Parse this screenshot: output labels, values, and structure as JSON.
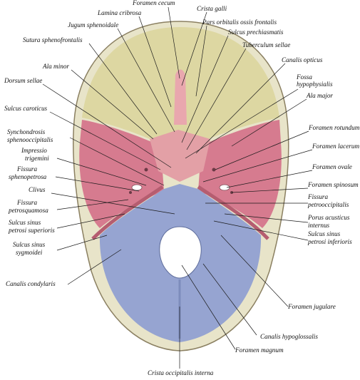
{
  "colors": {
    "frontal_fossa": "#ddd7a2",
    "middle_fossa": "#d67b8f",
    "sphenoid_center": "#e3a0a6",
    "posterior_fossa": "#96a4d1",
    "bone_rim": "#e8e4c9",
    "foramen_magnum": "#ffffff"
  },
  "labels": [
    {
      "id": "foramen-cecum",
      "text": "Foramen cecum"
    },
    {
      "id": "lamina-cribrosa",
      "text": "Lamina cribrosa"
    },
    {
      "id": "crista-galli",
      "text": "Crista galli"
    },
    {
      "id": "jugum-sphenoidale",
      "text": "Jugum sphenoidale"
    },
    {
      "id": "pars-orbitalis",
      "text": "Pars orbitalis ossis frontalis"
    },
    {
      "id": "sutura-sphenofrontalis",
      "text": "Sutura sphenofrontalis"
    },
    {
      "id": "sulcus-prechiasmatis",
      "text": "Sulcus prechiasmatis"
    },
    {
      "id": "tuberculum-sellae",
      "text": "Tuberculum sellae"
    },
    {
      "id": "canalis-opticus",
      "text": "Canalis opticus"
    },
    {
      "id": "ala-minor",
      "text": "Ala minor"
    },
    {
      "id": "fossa-hypophysialis-1",
      "text": "Fossa"
    },
    {
      "id": "fossa-hypophysialis-2",
      "text": "hypophysialis"
    },
    {
      "id": "dorsum-sellae",
      "text": "Dorsum sellae"
    },
    {
      "id": "ala-major",
      "text": "Ala major"
    },
    {
      "id": "sulcus-caroticus",
      "text": "Sulcus caroticus"
    },
    {
      "id": "foramen-rotundum",
      "text": "Foramen rotundum"
    },
    {
      "id": "synchondrosis-1",
      "text": "Synchondrosis"
    },
    {
      "id": "synchondrosis-2",
      "text": "sphenooccipitalis"
    },
    {
      "id": "foramen-lacerum",
      "text": "Foramen lacerum"
    },
    {
      "id": "impressio-1",
      "text": "Impressio"
    },
    {
      "id": "impressio-2",
      "text": "trigemini"
    },
    {
      "id": "foramen-ovale",
      "text": "Foramen ovale"
    },
    {
      "id": "fissura-sphenopetrosa-1",
      "text": "Fissura"
    },
    {
      "id": "fissura-sphenopetrosa-2",
      "text": "sphenopetrosa"
    },
    {
      "id": "foramen-spinosum",
      "text": "Foramen spinosum"
    },
    {
      "id": "clivus",
      "text": "Clivus"
    },
    {
      "id": "fissura-petrooccipitalis-1",
      "text": "Fissura"
    },
    {
      "id": "fissura-petrooccipitalis-2",
      "text": "petrooccipitalis"
    },
    {
      "id": "fissura-petrosquamosa-1",
      "text": "Fissura"
    },
    {
      "id": "fissura-petrosquamosa-2",
      "text": "petrosquamosa"
    },
    {
      "id": "porus-acusticus-1",
      "text": "Porus acusticus"
    },
    {
      "id": "porus-acusticus-2",
      "text": "internus"
    },
    {
      "id": "sulcus-sinus-petrosi-superioris-1",
      "text": "Sulcus sinus"
    },
    {
      "id": "sulcus-sinus-petrosi-superioris-2",
      "text": "petrosi superioris"
    },
    {
      "id": "sulcus-sinus-petrosi-inferioris-1",
      "text": "Sulcus sinus"
    },
    {
      "id": "sulcus-sinus-petrosi-inferioris-2",
      "text": "petrosi inferioris"
    },
    {
      "id": "sulcus-sinus-sygmoidei-1",
      "text": "Sulcus sinus"
    },
    {
      "id": "sulcus-sinus-sygmoidei-2",
      "text": "sygmoidei"
    },
    {
      "id": "canalis-condylaris",
      "text": "Canalis condylaris"
    },
    {
      "id": "foramen-jugulare",
      "text": "Foramen jugulare"
    },
    {
      "id": "canalis-hypoglossalis",
      "text": "Canalis hypoglossalis"
    },
    {
      "id": "foramen-magnum",
      "text": "Foramen magnum"
    },
    {
      "id": "crista-occipitalis-interna",
      "text": "Crista occipitalis interna"
    }
  ]
}
